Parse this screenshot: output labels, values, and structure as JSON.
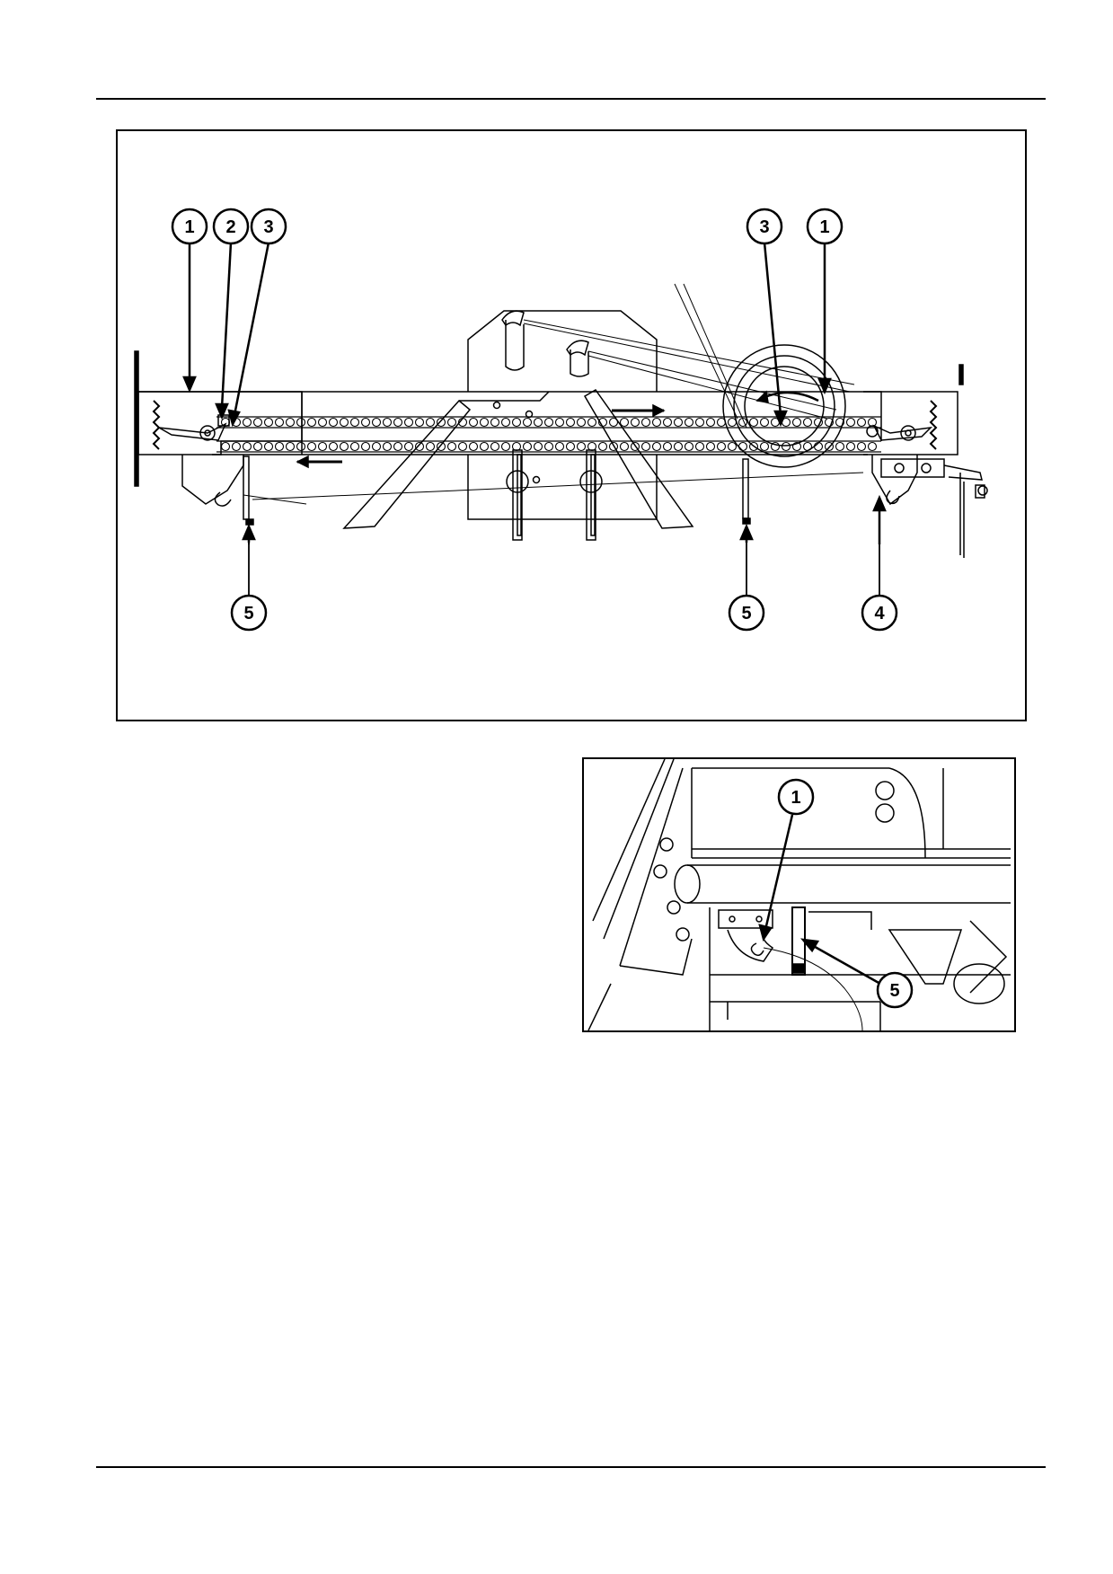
{
  "figure_top": {
    "callouts": [
      "1",
      "2",
      "3",
      "3",
      "1",
      "5",
      "5",
      "4"
    ]
  },
  "figure_bottom": {
    "callouts": [
      "1",
      "5"
    ]
  }
}
